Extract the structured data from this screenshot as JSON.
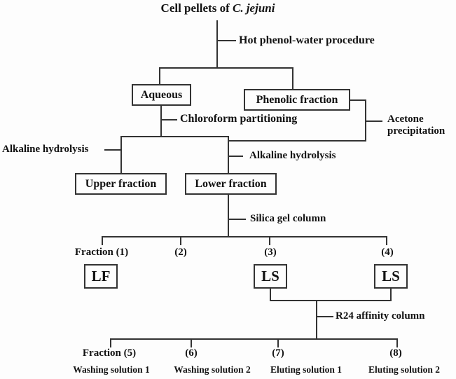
{
  "title": {
    "prefix": "Cell pellets of ",
    "species": "C. jejuni"
  },
  "process_labels": {
    "hot_phenol": "Hot phenol-water procedure",
    "chloroform": "Chloroform partitioning",
    "acetone_line1": "Acetone",
    "acetone_line2": "precipitation",
    "alkaline_left": "Alkaline hydrolysis",
    "alkaline_right": "Alkaline hydrolysis",
    "silica": "Silica gel column",
    "r24": "R24 affinity column"
  },
  "boxes": {
    "aqueous": "Aqueous",
    "phenolic": "Phenolic fraction",
    "upper": "Upper fraction",
    "lower": "Lower fraction",
    "lf": "LF",
    "ls_left": "LS",
    "ls_right": "LS"
  },
  "fractions_top": {
    "f1": "Fraction (1)",
    "f2": "(2)",
    "f3": "(3)",
    "f4": "(4)"
  },
  "fractions_bottom": {
    "f5": "Fraction (5)",
    "f6": "(6)",
    "f7": "(7)",
    "f8": "(8)"
  },
  "solutions": {
    "s1": "Washing solution 1",
    "s2": "Washing solution 2",
    "s3": "Eluting solution 1",
    "s4": "Eluting solution 2"
  },
  "colors": {
    "line": "#333333",
    "text": "#121212",
    "background": "#fdfdfd"
  }
}
